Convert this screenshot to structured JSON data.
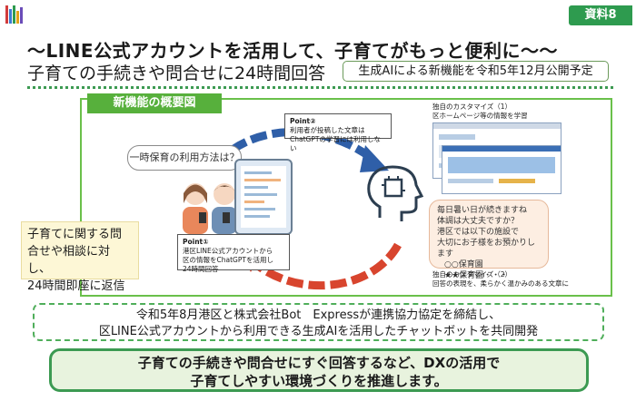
{
  "header": {
    "doc_badge": "資料8",
    "title_line1": "～LINE公式アカウントを活用して、子育てがもっと便利に～～",
    "title_line2": "子育ての手続きや問合せに24時間回答",
    "announcement": "生成AIによる新機能を令和5年12月公開予定"
  },
  "overview": {
    "tag": "新機能の概要図",
    "side_note": [
      "子育てに関する問",
      "合せや相談に対し、",
      "24時間即座に返信"
    ],
    "question": "一時保育の利用方法は？",
    "point1": {
      "label": "Point①",
      "lines": [
        "港区LINE公式アカウントから",
        "区の情報をChatGPTを活用し",
        "24時間回答"
      ]
    },
    "point2": {
      "label": "Point②",
      "lines": [
        "利用者が投稿した文章は",
        "ChatGPTの学習には利用しない"
      ]
    },
    "custom1": {
      "lines": [
        "独自のカスタマイズ（1）",
        "区ホームページ等の情報を学習"
      ]
    },
    "reply": [
      "毎日暑い日が続きますね",
      "体調は大丈夫ですか？",
      "港区では以下の施設で",
      "大切にお子様をお預かりします",
      "○○保育園",
      "★★保育園・・・"
    ],
    "custom2": {
      "lines": [
        "独自のカスタマイズ（2）",
        "回答の表現を、柔らかく温かみのある文章に"
      ]
    }
  },
  "press": [
    "令和5年8月港区と株式会社Bot　Expressが連携協力協定を締結し、",
    "区LINE公式アカウントから利用できる生成AIを活用したチャットボットを共同開発"
  ],
  "cta": [
    "子育ての手続きや問合せにすぐ回答するなど、DXの活用で",
    "子育てしやすい環境づくりを推進します。"
  ],
  "colors": {
    "accent_green": "#3c9a52",
    "light_green": "#6ac04a",
    "arrow_blue": "#2f5fa8",
    "arrow_red": "#d8452e"
  }
}
